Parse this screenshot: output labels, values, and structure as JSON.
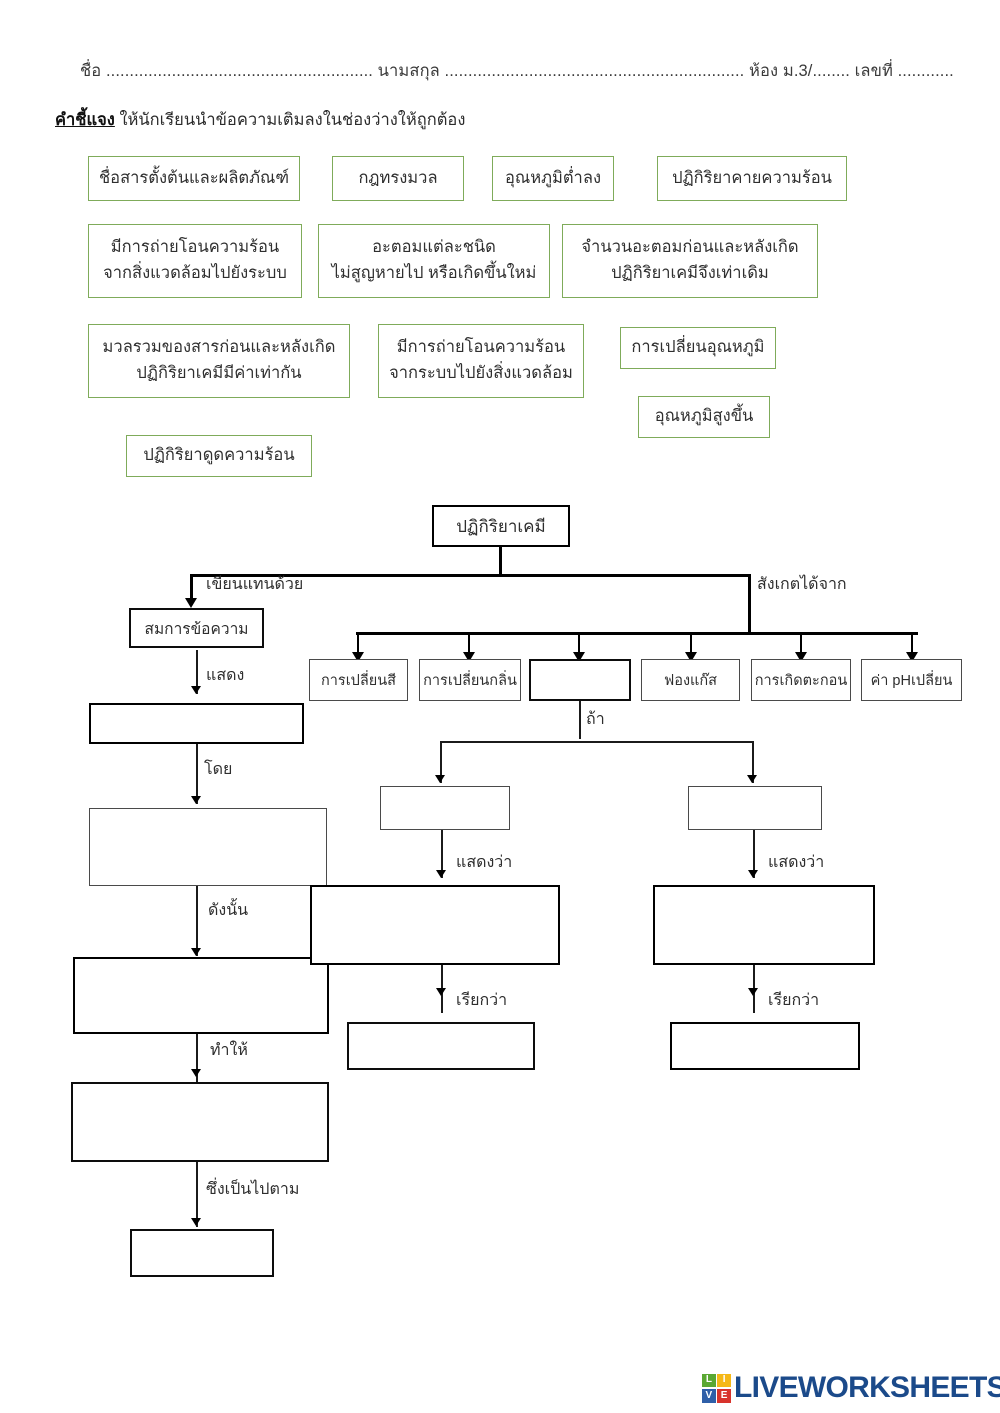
{
  "header": {
    "name_line": "ชื่อ ......................................................... นามสกุล ................................................................ ห้อง ม.3/........ เลขที่ ............",
    "instruction_lead": "คำชี้แจง",
    "instruction_rest": " ให้นักเรียนนำข้อความเติมลงในช่องว่างให้ถูกต้อง"
  },
  "colors": {
    "word_box_border": "#7fab5a",
    "node_border": "#1a1a1a",
    "logo_blue": "#1b4a8a",
    "logo_green": "#5aa832",
    "logo_yellow": "#f5b817",
    "logo_red": "#d8332c",
    "logo_navy": "#2f5fa8"
  },
  "word_bank": [
    {
      "id": "wb1",
      "label": "ชื่อสารตั้งต้นและผลิตภัณฑ์"
    },
    {
      "id": "wb2",
      "label": "กฎทรงมวล"
    },
    {
      "id": "wb3",
      "label": "อุณหภูมิต่ำลง"
    },
    {
      "id": "wb4",
      "label": "ปฏิกิริยาคายความร้อน"
    },
    {
      "id": "wb5",
      "label": "มีการถ่ายโอนความร้อน\nจากสิ่งแวดล้อมไปยังระบบ"
    },
    {
      "id": "wb6",
      "label": "อะตอมแต่ละชนิด\nไม่สูญหายไป หรือเกิดขึ้นใหม่"
    },
    {
      "id": "wb7",
      "label": "จำนวนอะตอมก่อนและหลังเกิด\nปฏิกิริยาเคมีจึงเท่าเดิม"
    },
    {
      "id": "wb8",
      "label": "มวลรวมของสารก่อนและหลังเกิด\nปฏิกิริยาเคมีมีค่าเท่ากัน"
    },
    {
      "id": "wb9",
      "label": "มีการถ่ายโอนความร้อน\nจากระบบไปยังสิ่งแวดล้อม"
    },
    {
      "id": "wb10",
      "label": "การเปลี่ยนอุณหภูมิ"
    },
    {
      "id": "wb11",
      "label": "อุณหภูมิสูงขึ้น"
    },
    {
      "id": "wb12",
      "label": "ปฏิกิริยาดูดความร้อน"
    }
  ],
  "flowchart": {
    "root": {
      "label": "ปฏิกิริยาเคมี"
    },
    "edge_labels": {
      "written_as": "เขียนแทนด้วย",
      "observed_from": "สังเกตได้จาก",
      "shows": "แสดง",
      "by": "โดย",
      "therefore": "ดังนั้น",
      "causing": "ทำให้",
      "according_to": "ซึ่งเป็นไปตาม",
      "if": "ถ้า",
      "indicates_left": "แสดงว่า",
      "indicates_right": "แสดงว่า",
      "called_left": "เรียกว่า",
      "called_right": "เรียกว่า"
    },
    "left_branch": {
      "node1": {
        "label": "สมการข้อความ"
      },
      "node2": {
        "label": ""
      },
      "node3": {
        "label": ""
      },
      "node4": {
        "label": ""
      },
      "node5": {
        "label": ""
      },
      "node6": {
        "label": ""
      }
    },
    "observation_row": [
      {
        "id": "obs1",
        "label": "การเปลี่ยนสี"
      },
      {
        "id": "obs2",
        "label": "การเปลี่ยนกลิ่น"
      },
      {
        "id": "obs3",
        "label": ""
      },
      {
        "id": "obs4",
        "label": "ฟองแก๊ส"
      },
      {
        "id": "obs5",
        "label": "การเกิดตะกอน"
      },
      {
        "id": "obs6",
        "label": "ค่า pHเปลี่ยน"
      }
    ],
    "temp_left": {
      "node1": {
        "label": ""
      },
      "node2": {
        "label": ""
      },
      "node3": {
        "label": ""
      }
    },
    "temp_right": {
      "node1": {
        "label": ""
      },
      "node2": {
        "label": ""
      },
      "node3": {
        "label": ""
      }
    }
  },
  "footer": {
    "logo_letters": [
      "L",
      "I",
      "V",
      "E"
    ],
    "logo_word": "LIVEWORKSHEETS"
  }
}
